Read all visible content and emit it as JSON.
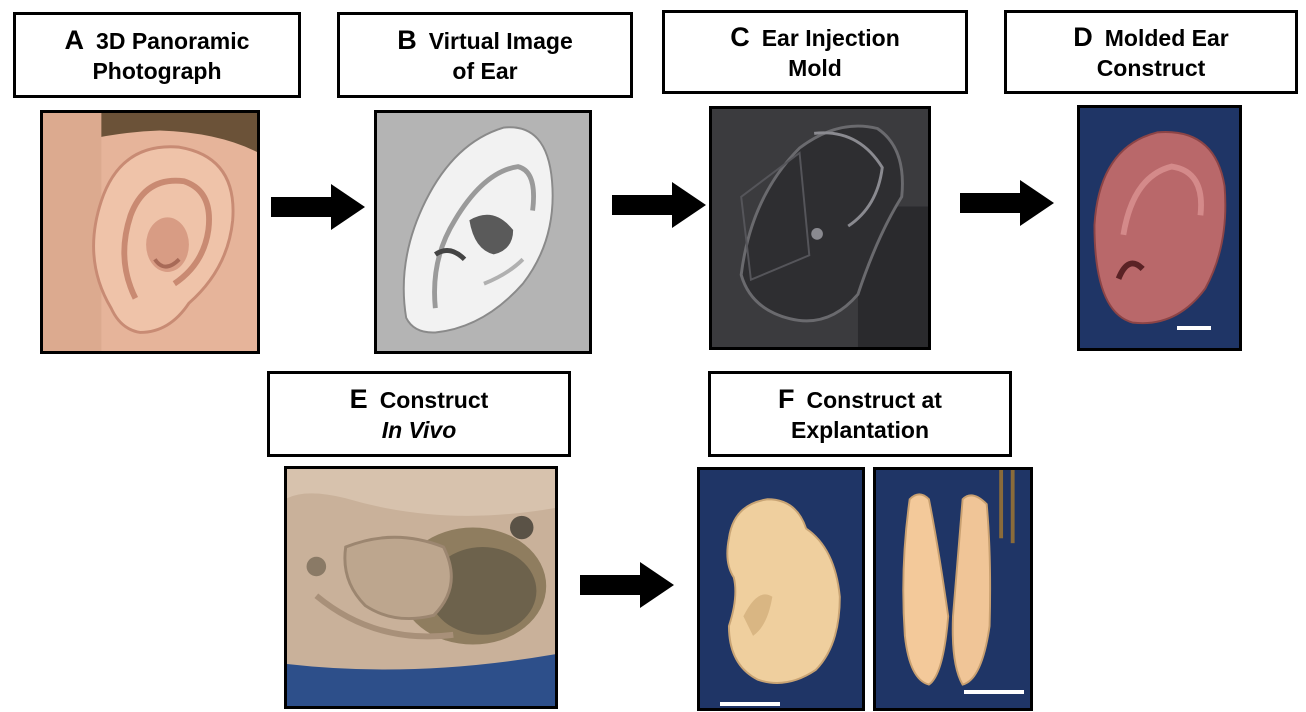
{
  "panels": {
    "A": {
      "letter": "A",
      "line1": "3D Panoramic",
      "line2": "Photograph"
    },
    "B": {
      "letter": "B",
      "line1": "Virtual Image",
      "line2": "of Ear"
    },
    "C": {
      "letter": "C",
      "line1": "Ear Injection",
      "line2": "Mold"
    },
    "D": {
      "letter": "D",
      "line1": "Molded Ear",
      "line2": "Construct"
    },
    "E": {
      "letter": "E",
      "line1": "Construct",
      "line2": "In Vivo"
    },
    "F": {
      "letter": "F",
      "line1": "Construct at",
      "line2": "Explantation"
    }
  },
  "colors": {
    "border": "#000000",
    "arrow": "#000000",
    "skin": "#e9b9a0",
    "render_bg": "#b4b4b4",
    "mold": "#3a3a3c",
    "construct": "#b9686a",
    "drape": "#1f3566",
    "explant": "#efcf9e"
  },
  "icons": [
    "right-arrow-icon"
  ]
}
